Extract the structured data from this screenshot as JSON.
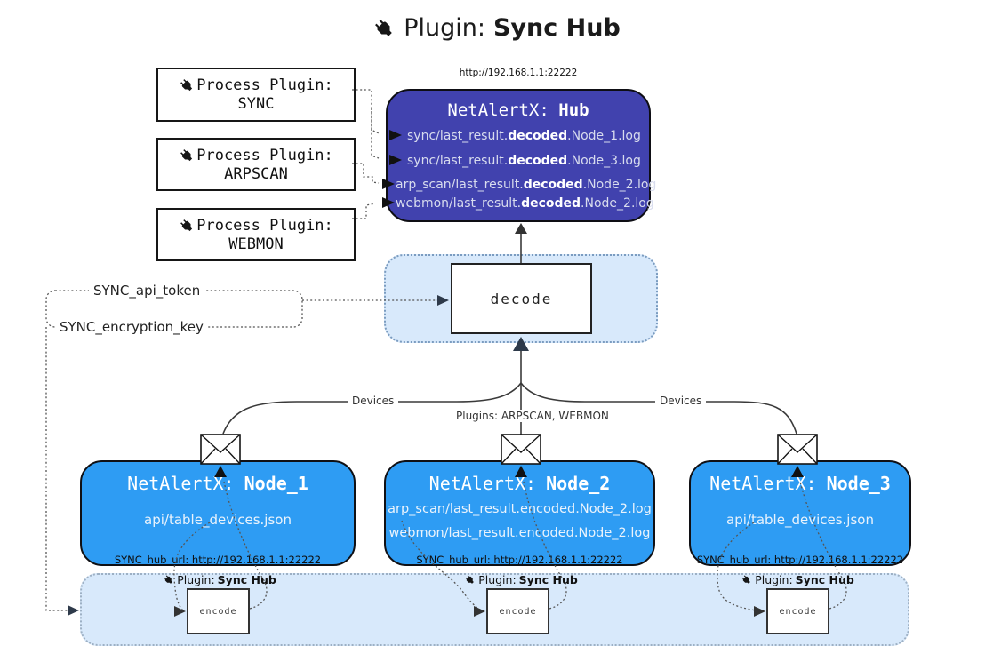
{
  "title": {
    "prefix": "Plugin:",
    "bold": "Sync Hub"
  },
  "process_plugins": [
    {
      "label": "Process Plugin:",
      "name": "SYNC"
    },
    {
      "label": "Process Plugin:",
      "name": "ARPSCAN"
    },
    {
      "label": "Process Plugin:",
      "name": "WEBMON"
    }
  ],
  "hub": {
    "url": "http://192.168.1.1:22222",
    "title_prefix": "NetAlertX:",
    "title_bold": "Hub",
    "files": [
      {
        "pre": "sync/last_result.",
        "bold": "decoded",
        "post": ".Node_1.log"
      },
      {
        "pre": "sync/last_result.",
        "bold": "decoded",
        "post": ".Node_3.log"
      },
      {
        "pre": "arp_scan/last_result.",
        "bold": "decoded",
        "post": ".Node_2.log"
      },
      {
        "pre": "webmon/last_result.",
        "bold": "decoded",
        "post": ".Node_2.log"
      }
    ]
  },
  "decode": {
    "label": "decode"
  },
  "env": {
    "api_token": "SYNC_api_token",
    "encryption_key": "SYNC_encryption_key"
  },
  "edge_labels": {
    "devices_left": "Devices",
    "plugins_mid": "Plugins: ARPSCAN, WEBMON",
    "devices_right": "Devices"
  },
  "nodes": [
    {
      "title_prefix": "NetAlertX:",
      "title_bold": "Node_1",
      "files": [
        "api/table_devices.json"
      ],
      "hub_url": "SYNC_hub_url: http://192.168.1.1:22222",
      "plugin_prefix": "Plugin:",
      "plugin_bold": "Sync Hub",
      "encode_label": "encode"
    },
    {
      "title_prefix": "NetAlertX:",
      "title_bold": "Node_2",
      "files": [
        "arp_scan/last_result.encoded.Node_2.log",
        "webmon/last_result.encoded.Node_2.log"
      ],
      "hub_url": "SYNC_hub_url: http://192.168.1.1:22222",
      "plugin_prefix": "Plugin:",
      "plugin_bold": "Sync Hub",
      "encode_label": "encode"
    },
    {
      "title_prefix": "NetAlertX:",
      "title_bold": "Node_3",
      "files": [
        "api/table_devices.json"
      ],
      "hub_url": "SYNC_hub_url: http://192.168.1.1:22222",
      "plugin_prefix": "Plugin:",
      "plugin_bold": "Sync Hub",
      "encode_label": "encode"
    }
  ],
  "icons": {
    "plug": "plug-icon",
    "envelope": "envelope-icon"
  },
  "colors": {
    "hub_bg": "#4142ae",
    "node_bg": "#2e9cf3",
    "band_bg": "#d8e9fb",
    "arrow_dark": "#2e3a4a"
  }
}
